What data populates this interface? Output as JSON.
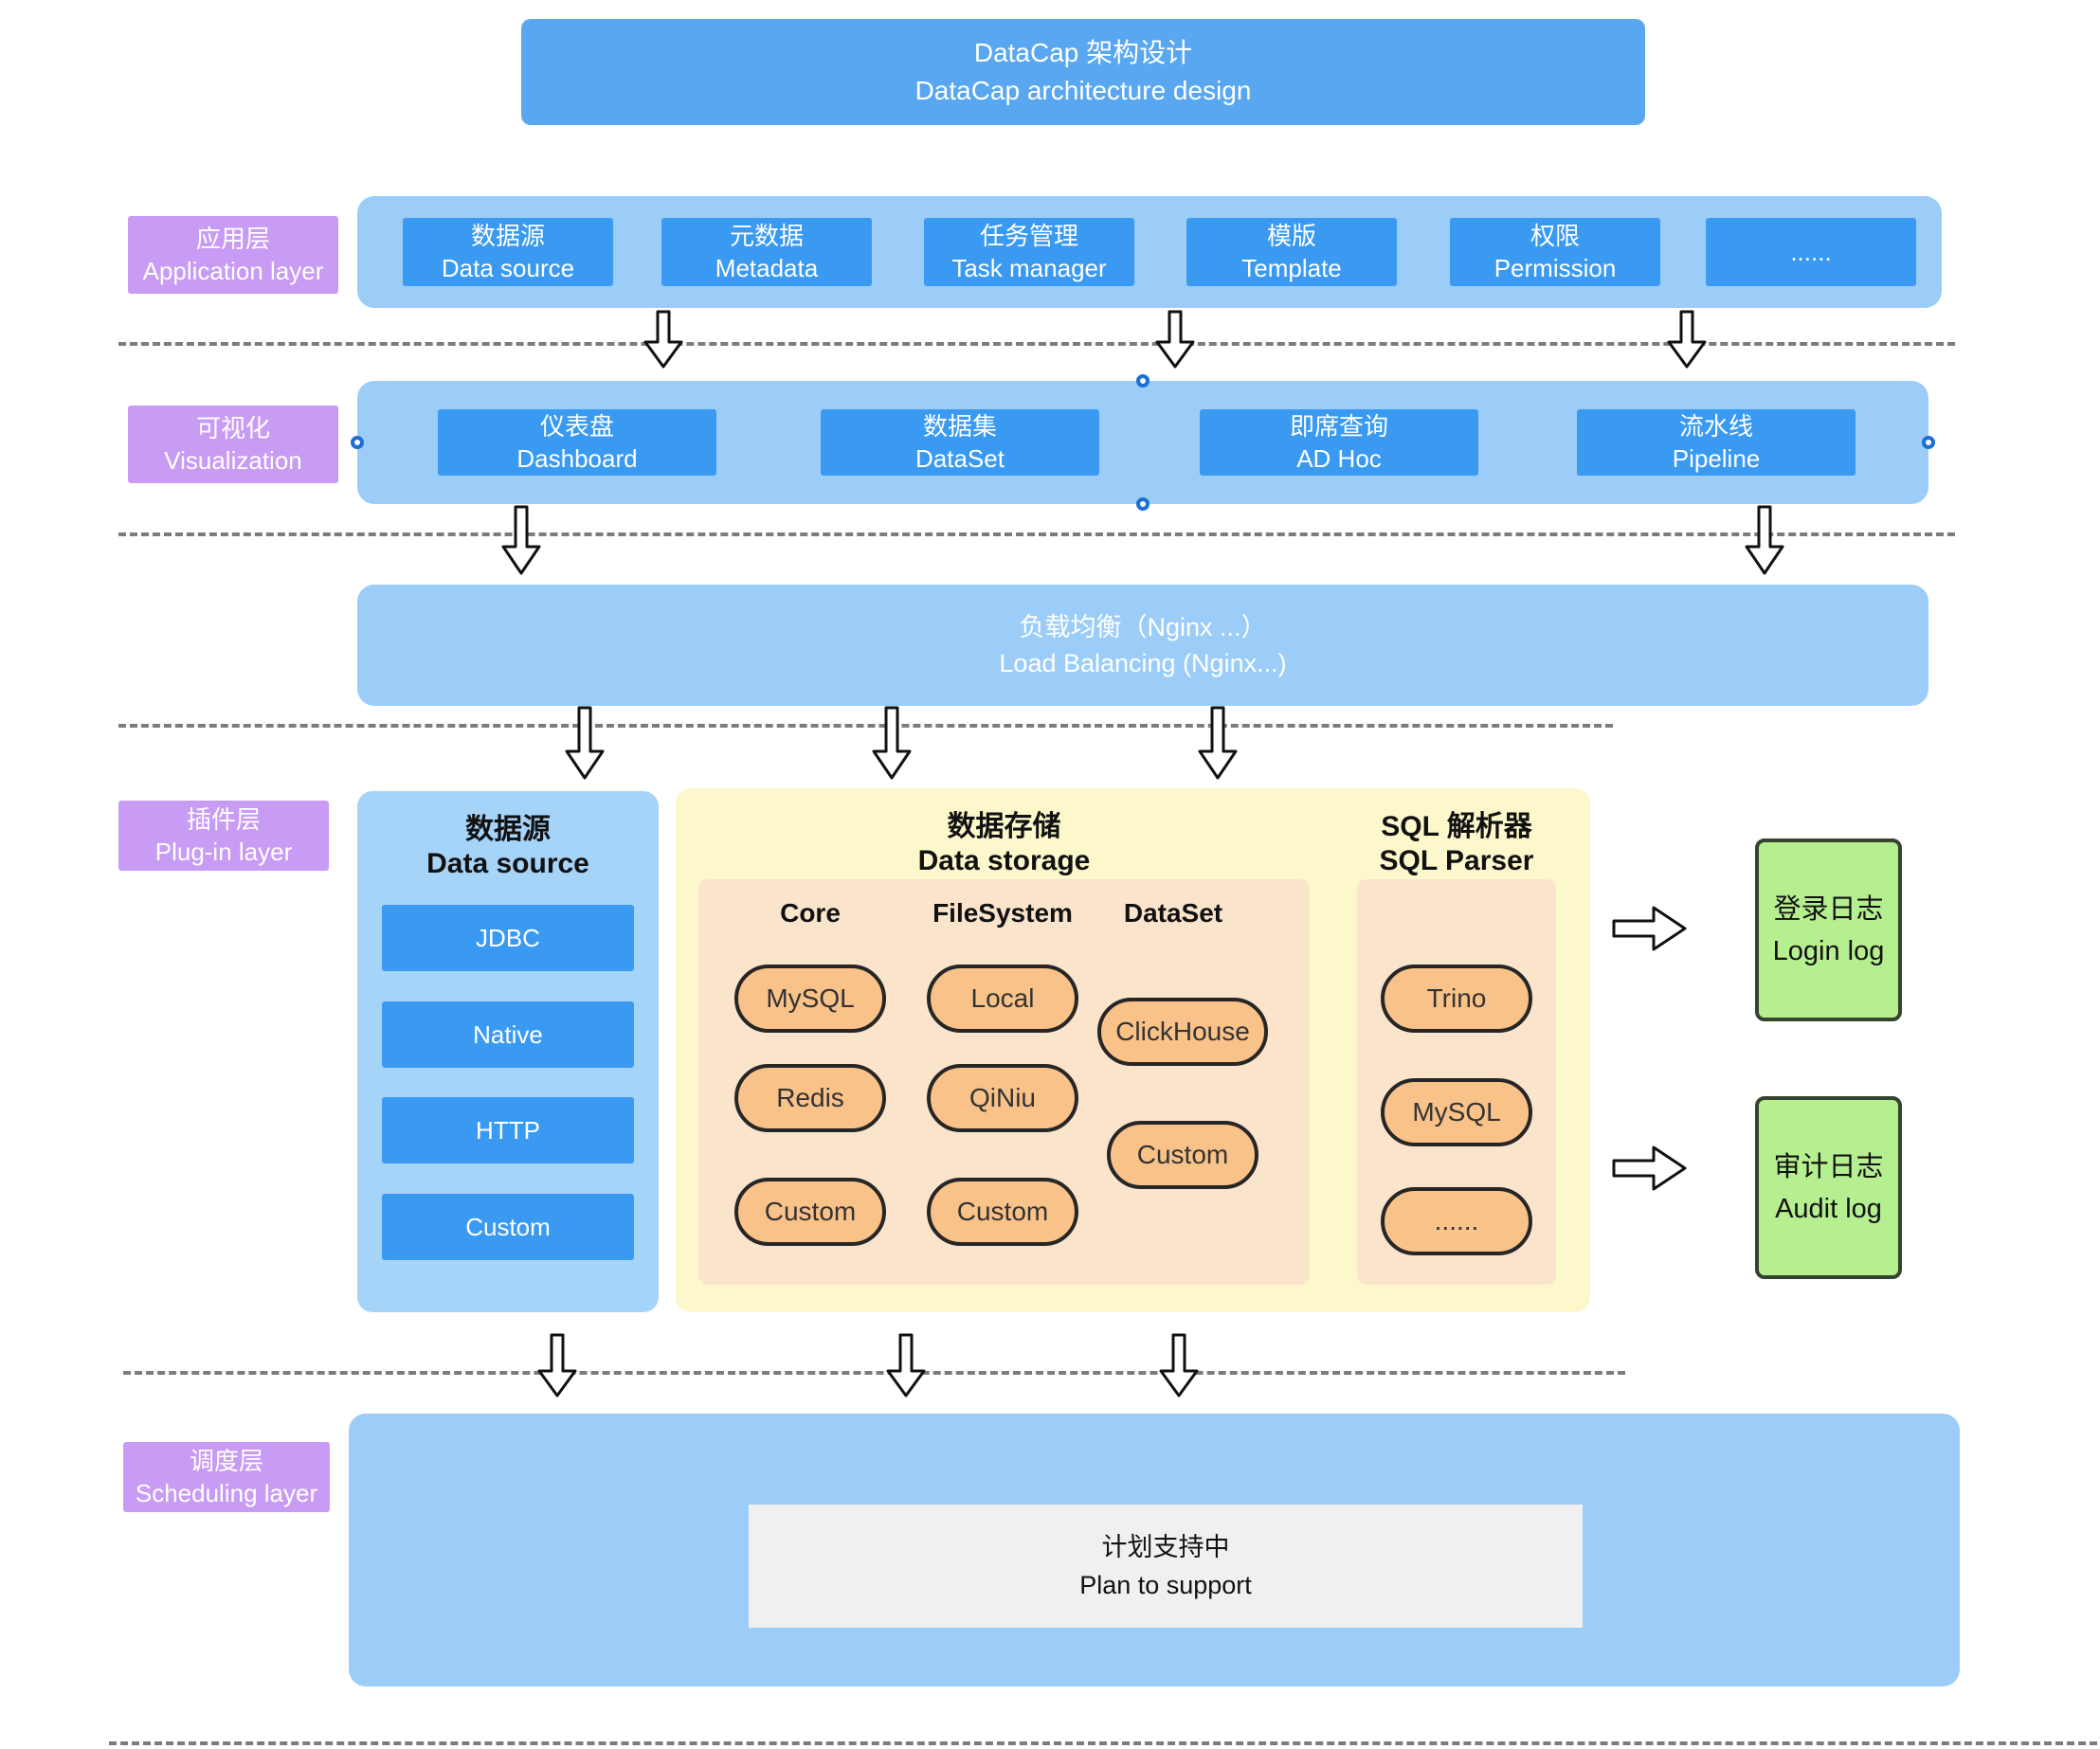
{
  "title": {
    "zh": "DataCap 架构设计",
    "en": "DataCap architecture design"
  },
  "application": {
    "label": {
      "zh": "应用层",
      "en": "Application layer"
    },
    "items": [
      {
        "zh": "数据源",
        "en": "Data source"
      },
      {
        "zh": "元数据",
        "en": "Metadata"
      },
      {
        "zh": "任务管理",
        "en": "Task manager"
      },
      {
        "zh": "模版",
        "en": "Template"
      },
      {
        "zh": "权限",
        "en": "Permission"
      },
      {
        "zh": "......",
        "en": ""
      }
    ]
  },
  "visualization": {
    "label": {
      "zh": "可视化",
      "en": "Visualization"
    },
    "items": [
      {
        "zh": "仪表盘",
        "en": "Dashboard"
      },
      {
        "zh": "数据集",
        "en": "DataSet"
      },
      {
        "zh": "即席查询",
        "en": "AD Hoc"
      },
      {
        "zh": "流水线",
        "en": "Pipeline"
      }
    ]
  },
  "load_balancer": {
    "zh": "负载均衡（Nginx ...）",
    "en": "Load Balancing (Nginx...)"
  },
  "plugin": {
    "label": {
      "zh": "插件层",
      "en": "Plug-in layer"
    },
    "datasource": {
      "header": {
        "zh": "数据源",
        "en": "Data source"
      },
      "items": [
        "JDBC",
        "Native",
        "HTTP",
        "Custom"
      ]
    },
    "storage": {
      "header": {
        "zh": "数据存储",
        "en": "Data storage"
      },
      "columns": [
        {
          "name": "Core",
          "items": [
            "MySQL",
            "Redis",
            "Custom"
          ]
        },
        {
          "name": "FileSystem",
          "items": [
            "Local",
            "QiNiu",
            "Custom"
          ]
        },
        {
          "name": "DataSet",
          "items": [
            "ClickHouse",
            "Custom"
          ]
        }
      ]
    },
    "parser": {
      "header": {
        "zh": "SQL 解析器",
        "en": "SQL Parser"
      },
      "items": [
        "Trino",
        "MySQL",
        "......"
      ]
    }
  },
  "logs": {
    "login": {
      "zh": "登录日志",
      "en": "Login log"
    },
    "audit": {
      "zh": "审计日志",
      "en": "Audit log"
    }
  },
  "scheduling": {
    "label": {
      "zh": "调度层",
      "en": "Scheduling layer"
    },
    "plan": {
      "zh": "计划支持中",
      "en": "Plan to support"
    }
  },
  "colors": {
    "title_blue": "#58A7F0",
    "container_blue": "#9CCDF8",
    "node_blue": "#3A9AF2",
    "label_purple": "#C89BF4",
    "panel_yellow": "#FCF8CB",
    "panel_orange": "#FAE4CC",
    "pill_orange": "#F9C289",
    "log_green": "#B6EF90",
    "plan_gray": "#F0F0F0",
    "dashed_gray": "#7C7C7C",
    "handle_blue": "#1D6FD9"
  }
}
